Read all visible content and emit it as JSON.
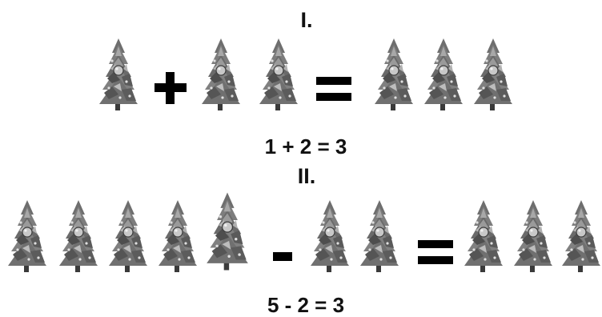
{
  "sections": [
    {
      "numeral": "I.",
      "equation": "1 + 2 = 3",
      "left_count": 1,
      "operator": "plus",
      "right_count": 2,
      "result_count": 3
    },
    {
      "numeral": "II.",
      "equation": "5 - 2 = 3",
      "left_count": 5,
      "operator": "minus",
      "right_count": 2,
      "result_count": 3
    }
  ],
  "icons": {
    "item": "christmas-tree-icon",
    "plus": "plus-sign-icon",
    "minus": "minus-sign-icon",
    "equals": "equals-sign-icon"
  },
  "colors": {
    "background": "#ffffff",
    "symbols": "#000000",
    "tree": "#7a7a7a"
  }
}
